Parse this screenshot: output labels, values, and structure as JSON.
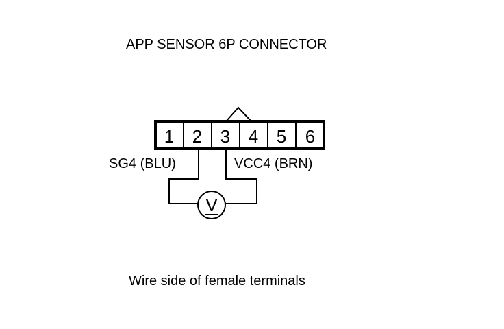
{
  "title": "APP SENSOR 6P CONNECTOR",
  "connector": {
    "pins": [
      "1",
      "2",
      "3",
      "4",
      "5",
      "6"
    ]
  },
  "wires": {
    "left_label": "SG4 (BLU)",
    "right_label": "VCC4 (BRN)"
  },
  "meter": {
    "symbol": "V",
    "icon": "voltmeter-icon"
  },
  "caption": "Wire side of female terminals",
  "colors": {
    "ink": "#000000",
    "background": "#ffffff"
  }
}
